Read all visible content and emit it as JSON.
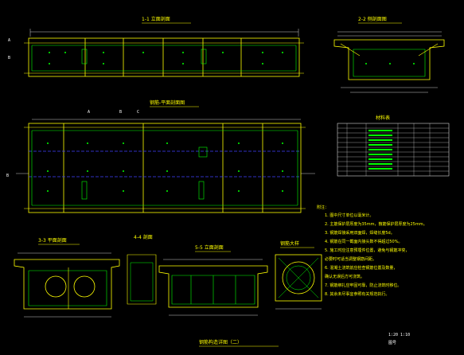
{
  "sheet": {
    "background": "#000000",
    "colors": {
      "outline": "#ffff00",
      "rebar": "#00ff00",
      "dim": "#ffffff",
      "hidden": "#4040ff",
      "marker": "#ff00ff",
      "table": "#ffffff"
    }
  },
  "views": {
    "v1_title": "1-1 立面剖面",
    "v2_title": "2-2 侧剖面图",
    "v3_title": "钢筋-平面剖面图",
    "v4_title": "3-3 平面剖面",
    "v5_title": "4-4 剖面",
    "v6_title": "5-5 立面剖面",
    "v7_title": "钢筋大样",
    "sheet_title": "钢筋构造详图（二）",
    "section_marks": [
      "A",
      "B",
      "C"
    ]
  },
  "table": {
    "title": "材料表",
    "rows": 11
  },
  "notes": {
    "heading": "附注：",
    "lines": [
      "1. 图中尺寸单位以毫米计。",
      "2. 主筋保护层厚度为35mm，箍筋保护层厚度为25mm。",
      "3. 钢筋焊接采用双面焊，焊缝长度5d。",
      "4. 钢筋在同一截面内接头数不得超过50%。",
      "5. 施工时应注意预埋件位置，避免与钢筋冲突，",
      "   必要时可适当调整钢筋间距。",
      "6. 混凝土浇筑前应检查钢筋位置及数量，",
      "   确认无误后方可浇筑。",
      "7. 钢筋绑扎应牢固可靠，防止浇筑时移位。",
      "8. 其余未尽事宜参照有关规范执行。"
    ]
  },
  "footer": {
    "scale": "1:20  1:10",
    "sheet_no": "图号"
  }
}
